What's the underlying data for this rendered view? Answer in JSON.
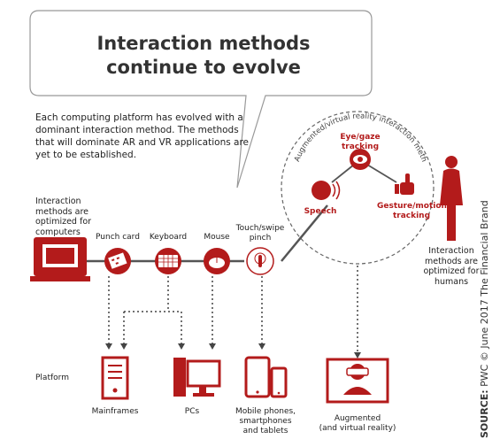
{
  "title_line1": "Interaction methods",
  "title_line2": "continue to evolve",
  "intro": "Each computing platform has evolved with a dominant interaction method. The methods that will dominate AR and VR applications are yet to be established.",
  "computers_caption": "Interaction methods are optimized for computers",
  "humans_caption": "Interaction methods are optimized for humans",
  "arc_label": "Augmented/virtual reality interaction methods",
  "methods": {
    "punch_card": "Punch card",
    "keyboard": "Keyboard",
    "mouse": "Mouse",
    "touch_l1": "Touch/swipe",
    "touch_l2": "pinch",
    "eye_l1": "Eye/gaze",
    "eye_l2": "tracking",
    "speech": "Speech",
    "gesture_l1": "Gesture/motion",
    "gesture_l2": "tracking"
  },
  "platform_label": "Platform",
  "platforms": {
    "mainframes": "Mainframes",
    "pcs": "PCs",
    "mobile_l1": "Mobile phones,",
    "mobile_l2": "smartphones",
    "mobile_l3": "and  tablets",
    "ar_l1": "Augmented",
    "ar_l2": "(and virtual reality)"
  },
  "source_prefix": "SOURCE:",
  "source_text": " PWC © June 2017 The Financial Brand",
  "colors": {
    "accent": "#b31b1b",
    "text": "#222222",
    "line": "#555555"
  }
}
